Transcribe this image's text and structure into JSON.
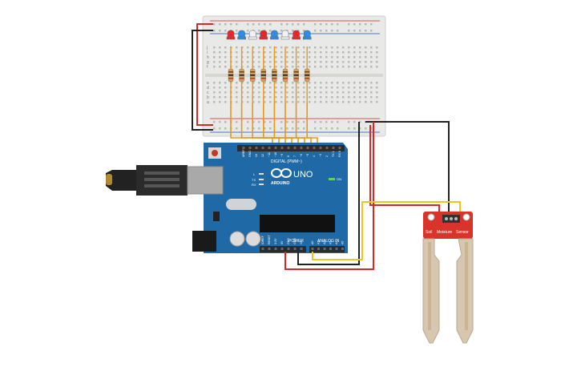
{
  "colors": {
    "background": "#ffffff",
    "breadboard": "#e9e9e7",
    "breadboard_hole": "#b9b9b6",
    "rail_red": "#d9534f",
    "rail_blue": "#4a78c8",
    "arduino_blue": "#1f6aa6",
    "arduino_dark": "#175887",
    "header_black": "#2b2b2b",
    "wire_red": "#d62828",
    "wire_black": "#222222",
    "wire_yellow": "#f0c419",
    "wire_orange": "#e8961c",
    "sensor_red": "#d9342b",
    "probe_tan": "#d8c7b0",
    "led_red": "#e8262a",
    "led_blue": "#2e8be6",
    "led_white": "#f2f2f2"
  },
  "icons": {
    "arduino_logo": "infinity-icon",
    "usb": "usb-connector-icon",
    "power": "dc-jack-icon"
  },
  "leds": [
    "red",
    "blue",
    "white",
    "red",
    "blue",
    "white",
    "red",
    "blue"
  ],
  "arduino": {
    "logo_text": "ARDUINO",
    "model": "UNO",
    "digital_label": "DIGITAL (PWM~)",
    "power_label": "POWER",
    "analog_label": "ANALOG IN",
    "on_label": "ON",
    "tx_label": "TX",
    "rx_label": "RX",
    "l_label": "L",
    "digital_pins": [
      "AREF",
      "GND",
      "13",
      "12",
      "~11",
      "~10",
      "~9",
      "8",
      "7",
      "~6",
      "~5",
      "4",
      "~3",
      "2",
      "TX 1",
      "RX 0"
    ],
    "power_pins": [
      "IOREF",
      "RESET",
      "3.3V",
      "5V",
      "GND",
      "GND",
      "Vin"
    ],
    "analog_pins": [
      "A0",
      "A1",
      "A2",
      "A3",
      "A4",
      "A5"
    ]
  },
  "sensor": {
    "label_line": "Soil Moisture Sensor",
    "words": [
      "Soil",
      "Moisture",
      "Sensor"
    ]
  },
  "breadboard": {
    "row_letters_top": [
      "j",
      "i",
      "h",
      "g",
      "f"
    ],
    "row_letters_bottom": [
      "e",
      "d",
      "c",
      "b",
      "a"
    ]
  }
}
